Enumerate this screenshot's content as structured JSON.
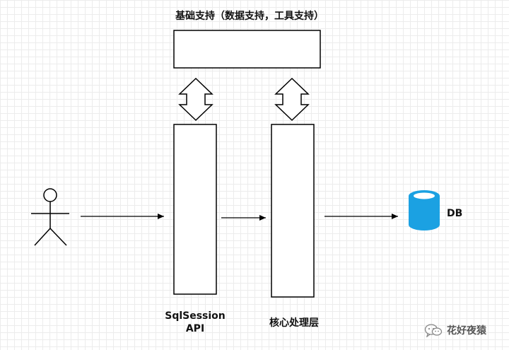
{
  "diagram": {
    "top_label": "基础支持（数据支持，工具支持）",
    "api_label_line1": "SqlSession",
    "api_label_line2": "API",
    "core_label": "核心处理层",
    "db_label": "DB",
    "watermark": "花好夜猿",
    "colors": {
      "stroke": "#000000",
      "grid": "#ececec",
      "db_fill": "#1ba1e2",
      "db_top": "#ffffff"
    },
    "icons": {
      "user": "stick-figure-icon",
      "database": "database-cylinder-icon",
      "watermark": "wechat-icon"
    }
  }
}
